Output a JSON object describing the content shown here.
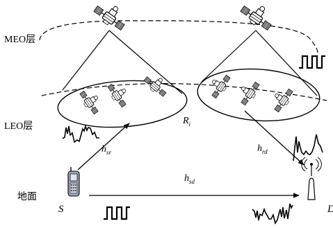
{
  "layers": {
    "meo": "MEO层",
    "leo": "LEO层",
    "ground": "地面"
  },
  "links": {
    "h_sr": {
      "main": "h",
      "sub": "sr"
    },
    "h_rd": {
      "main": "h",
      "sub": "rd"
    },
    "h_sd": {
      "main": "h",
      "sub": "sd"
    }
  },
  "nodes": {
    "source": "S",
    "relay": {
      "main": "R",
      "sub": "i"
    },
    "destination": "D"
  },
  "icons": {
    "meo_satellite": "satellite-icon",
    "leo_satellite": "satellite-icon",
    "source_device": "mobile-phone-icon",
    "destination_device": "antenna-icon",
    "square_wave": "square-wave-icon",
    "noisy_signal": "noisy-signal-icon"
  },
  "colors": {
    "line": "#000000",
    "background": "#ffffff"
  }
}
